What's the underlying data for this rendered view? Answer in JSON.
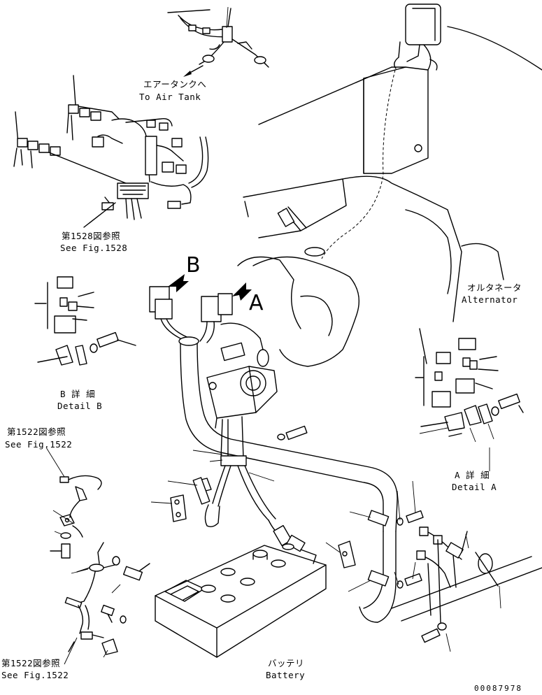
{
  "labels": {
    "air_tank_jp": "エアータンクへ",
    "air_tank_en": "To Air Tank",
    "fig1528_jp": "第1528図参照",
    "fig1528_en": "See Fig.1528",
    "view_b": "B",
    "view_a": "A",
    "alternator_jp": "オルタネータ",
    "alternator_en": "Alternator",
    "detail_b_jp": "B 詳 細",
    "detail_b_en": "Detail B",
    "detail_a_jp": "A 詳 細",
    "detail_a_en": "Detail A",
    "fig1522_top_jp": "第1522図参照",
    "fig1522_top_en": "See Fig.1522",
    "fig1522_bot_jp": "第1522図参照",
    "fig1522_bot_en": "See Fig.1522",
    "battery_jp": "バッテリ",
    "battery_en": "Battery",
    "drawing_number": "00087978"
  }
}
